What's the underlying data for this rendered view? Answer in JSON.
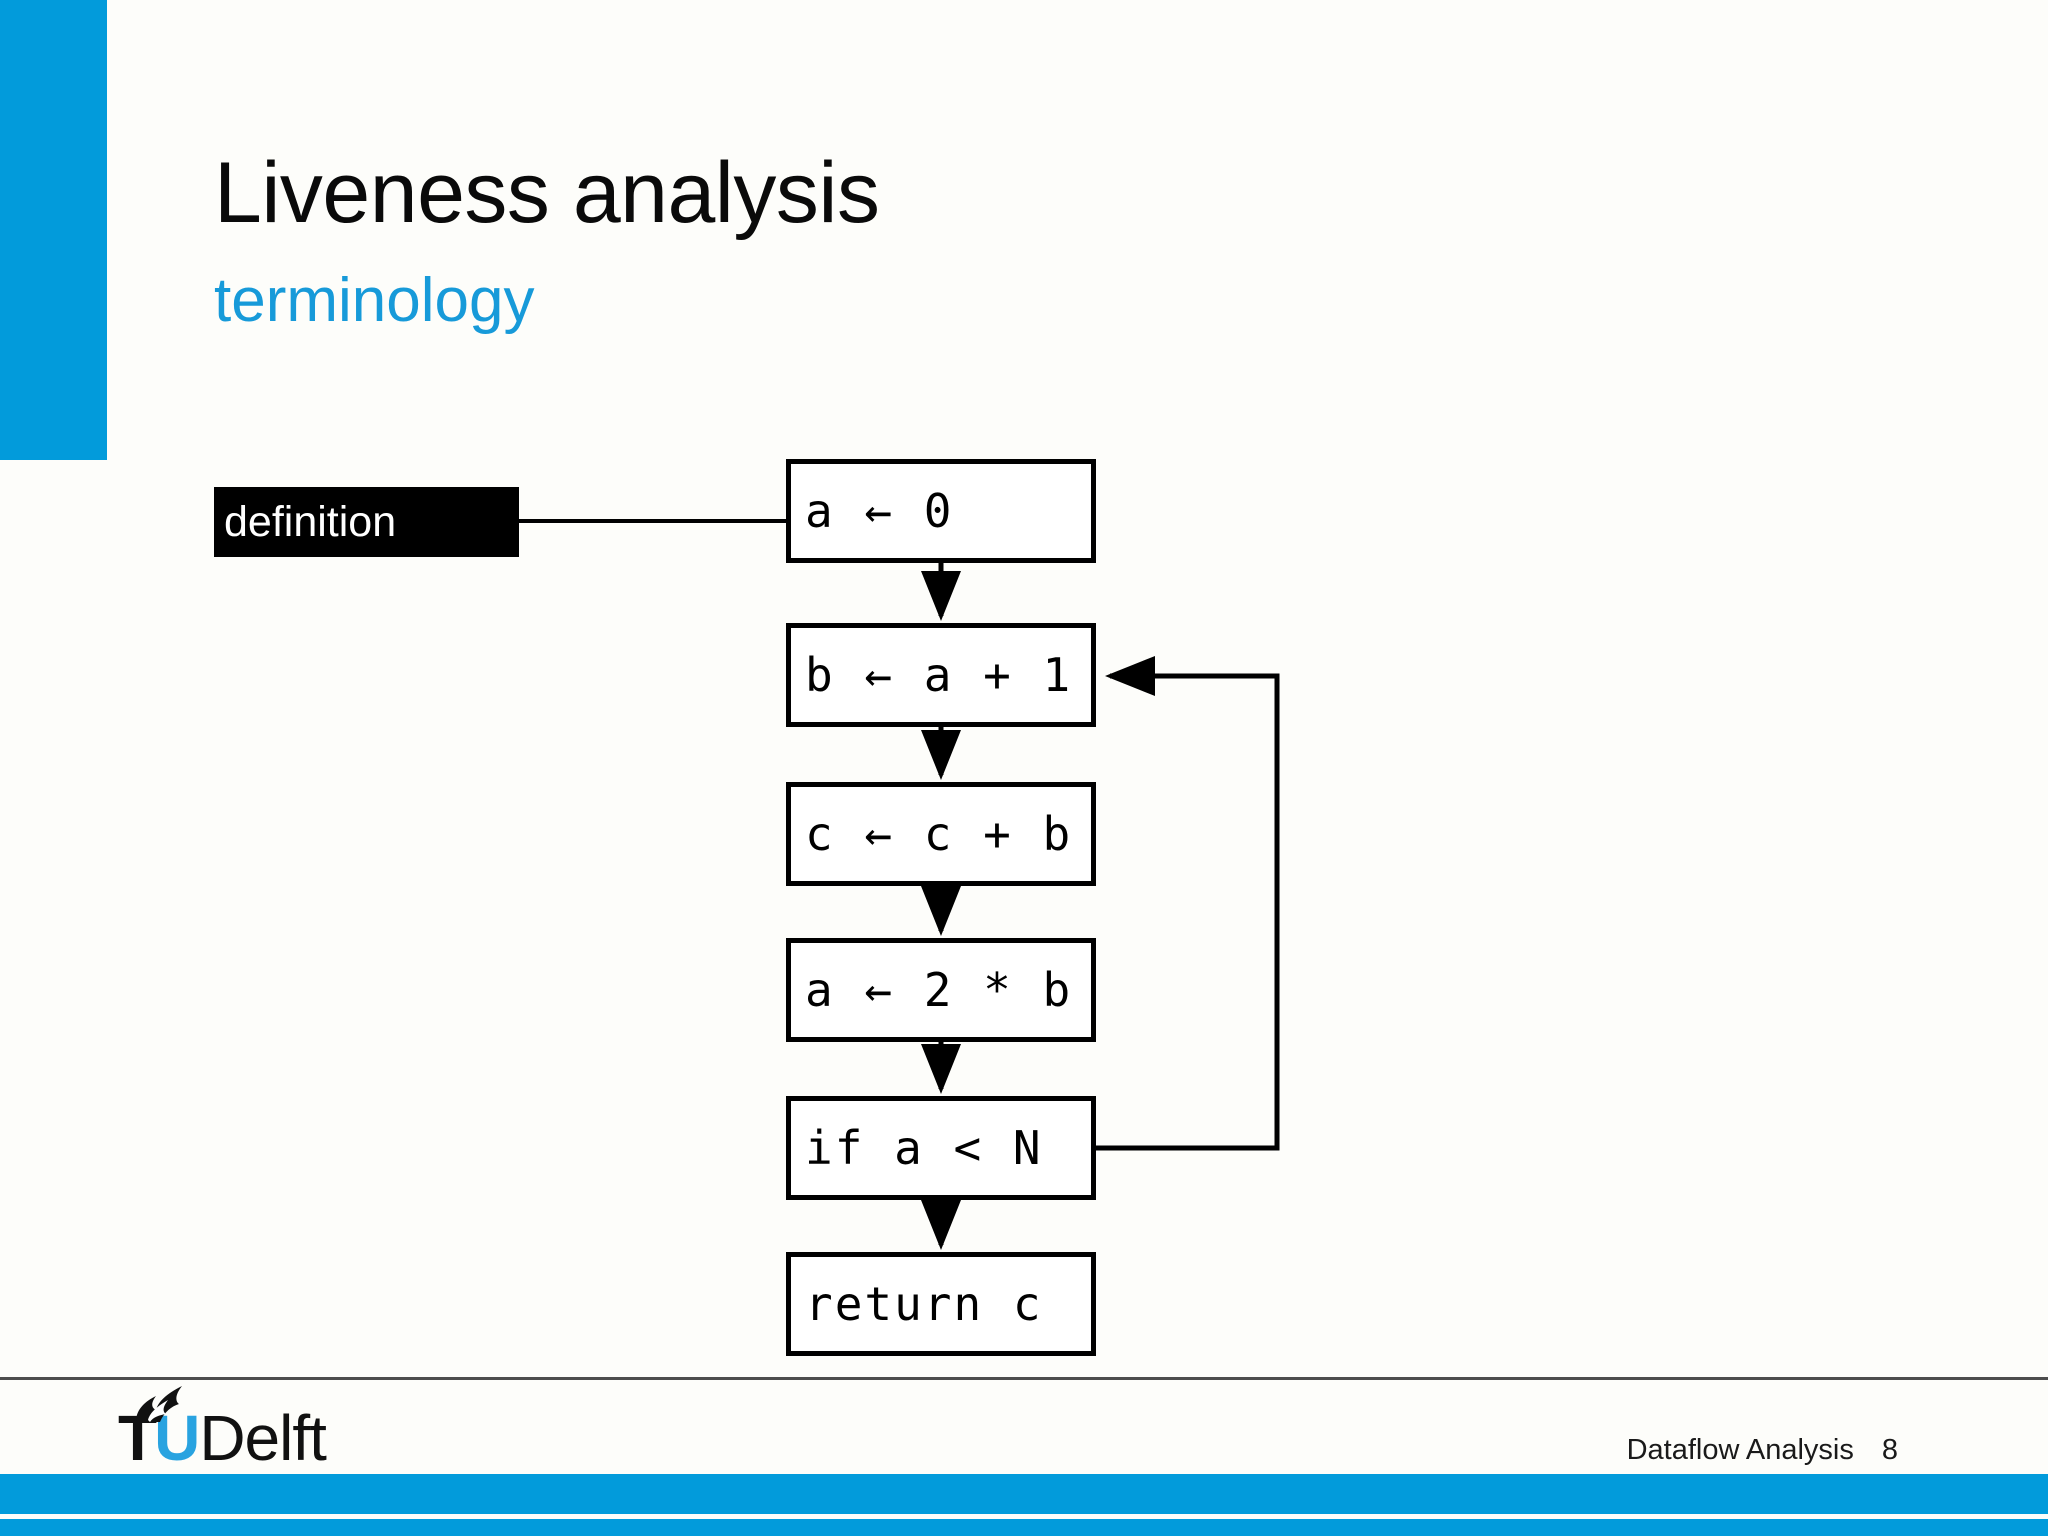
{
  "slide": {
    "title": "Liveness analysis",
    "subtitle": "terminology",
    "accent_color": "#029bdb",
    "subtitle_color": "#179ad9",
    "background_color": "#fdfdfa"
  },
  "annotation": {
    "label": "definition",
    "target_node": "a ← 0",
    "background_color": "#000000",
    "text_color": "#ffffff"
  },
  "diagram": {
    "type": "control-flow-graph",
    "nodes": [
      {
        "id": "n0",
        "code": "a ← 0"
      },
      {
        "id": "n1",
        "code": "b ← a + 1"
      },
      {
        "id": "n2",
        "code": "c ← c + b"
      },
      {
        "id": "n3",
        "code": "a ← 2 * b"
      },
      {
        "id": "n4",
        "code": "if a < N"
      },
      {
        "id": "n5",
        "code": "return c"
      }
    ],
    "edges": [
      {
        "from": "n0",
        "to": "n1",
        "kind": "fallthrough"
      },
      {
        "from": "n1",
        "to": "n2",
        "kind": "fallthrough"
      },
      {
        "from": "n2",
        "to": "n3",
        "kind": "fallthrough"
      },
      {
        "from": "n3",
        "to": "n4",
        "kind": "fallthrough"
      },
      {
        "from": "n4",
        "to": "n5",
        "kind": "fallthrough"
      },
      {
        "from": "n4",
        "to": "n1",
        "kind": "back-edge"
      }
    ]
  },
  "footer": {
    "deck_title": "Dataflow Analysis",
    "page_number": "8",
    "logo": {
      "t": "T",
      "u": "U",
      "delft": "Delft",
      "flame_icon": "flame-icon",
      "u_color": "#29a3e0"
    },
    "band_color": "#029bdb"
  }
}
